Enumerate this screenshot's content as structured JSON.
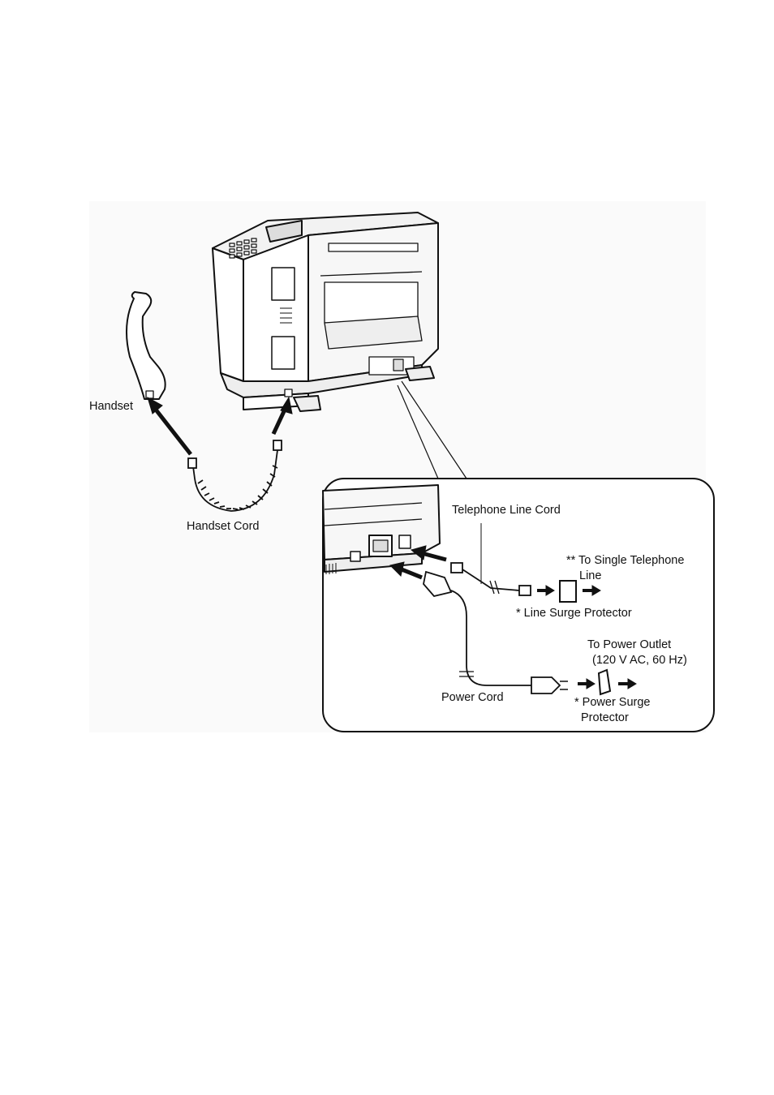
{
  "labels": {
    "handset": "Handset",
    "handset_cord": "Handset Cord",
    "telephone_line_cord": "Telephone Line Cord",
    "single_line_1": "** To Single Telephone",
    "single_line_2": "Line",
    "line_surge": "* Line Surge Protector",
    "power_outlet_1": "To Power Outlet",
    "power_outlet_2": "(120 V AC, 60 Hz)",
    "power_cord": "Power Cord",
    "power_surge_1": "* Power Surge",
    "power_surge_2": "Protector"
  },
  "colors": {
    "ink": "#111111",
    "background": "#ffffff",
    "shade": "#e9e9e9"
  }
}
